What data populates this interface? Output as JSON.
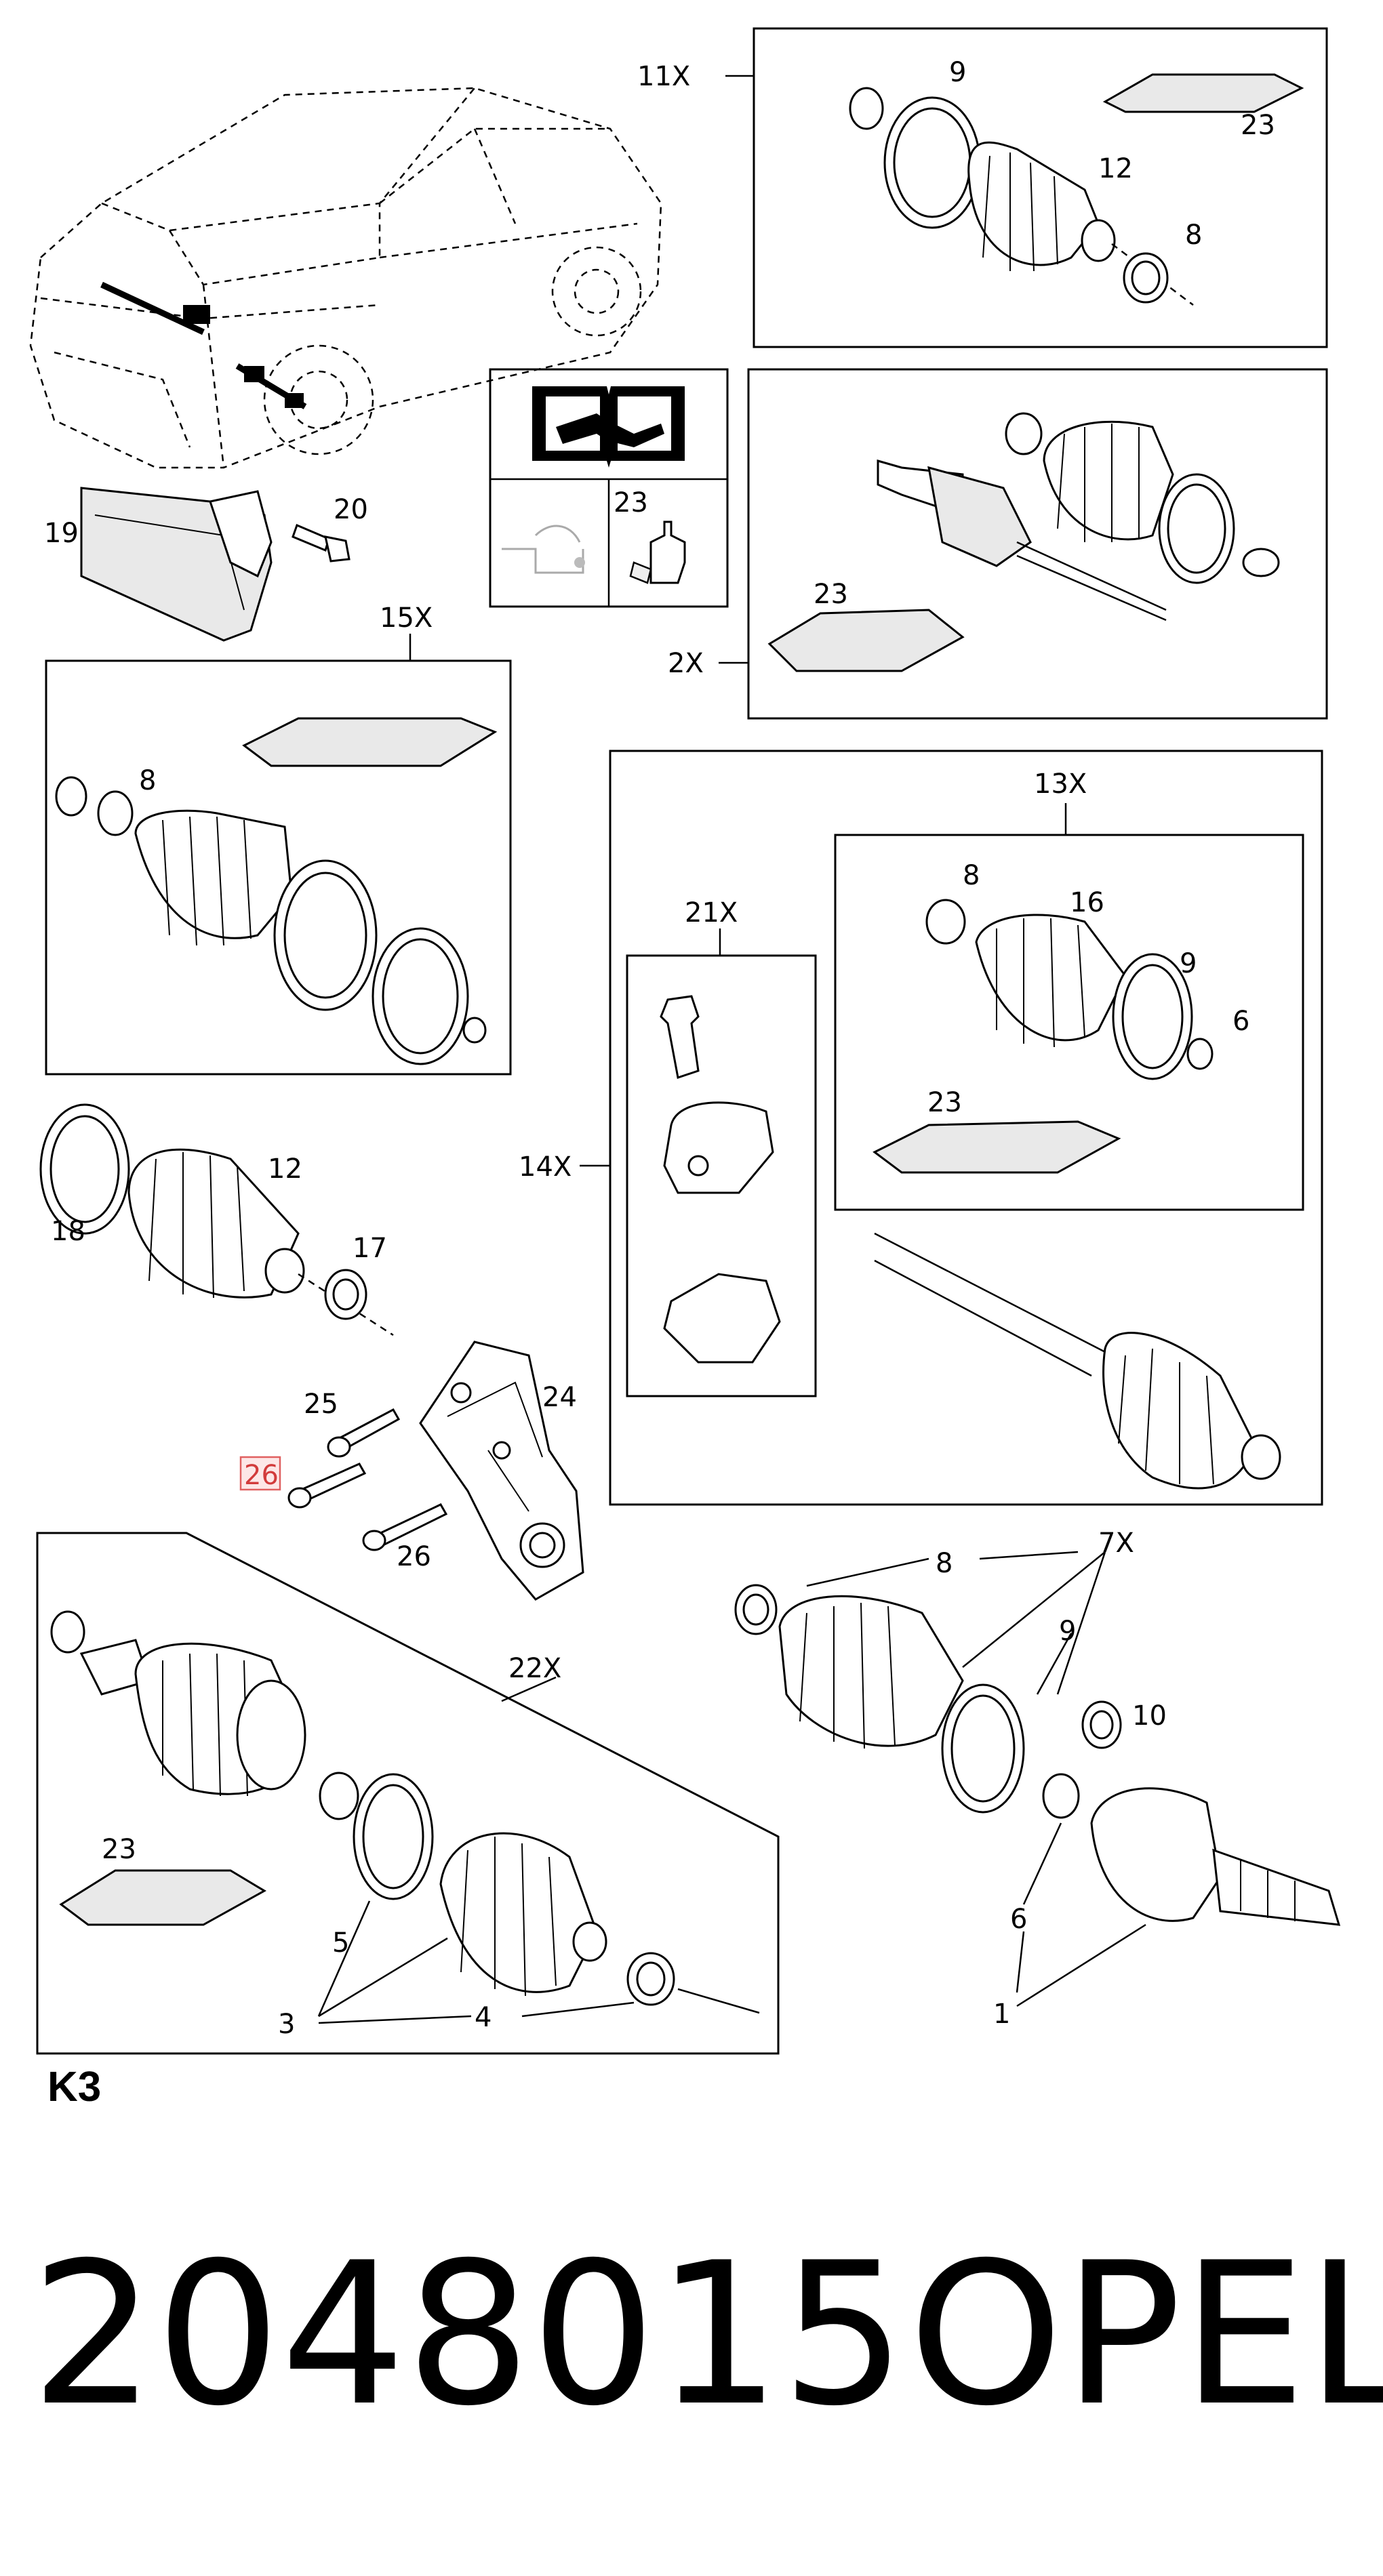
{
  "callouts": {
    "kit_11x": "11X",
    "kit_2x": "2X",
    "kit_15x": "15X",
    "kit_14x": "14X",
    "kit_13x": "13X",
    "kit_21x": "21X",
    "kit_22x": "22X",
    "kit_7x": "7X",
    "part_1": "1",
    "part_3": "3",
    "part_4": "4",
    "part_5": "5",
    "part_6": "6",
    "part_8": "8",
    "part_9": "9",
    "part_10": "10",
    "part_12": "12",
    "part_16": "16",
    "part_17": "17",
    "part_18": "18",
    "part_19": "19",
    "part_20": "20",
    "part_23": "23",
    "part_24": "24",
    "part_25": "25",
    "part_26": "26",
    "highlighted_part": "26"
  },
  "section_code": "K3",
  "part_number": "2048015",
  "brand": "OPEL",
  "colors": {
    "highlight_fill": "#fde7e7",
    "highlight_stroke": "#e06060",
    "highlight_text": "#d23b3b"
  },
  "icons": [
    "manual-book-wrench-icon",
    "oil-drain-pan-icon",
    "grease-tube-icon"
  ]
}
